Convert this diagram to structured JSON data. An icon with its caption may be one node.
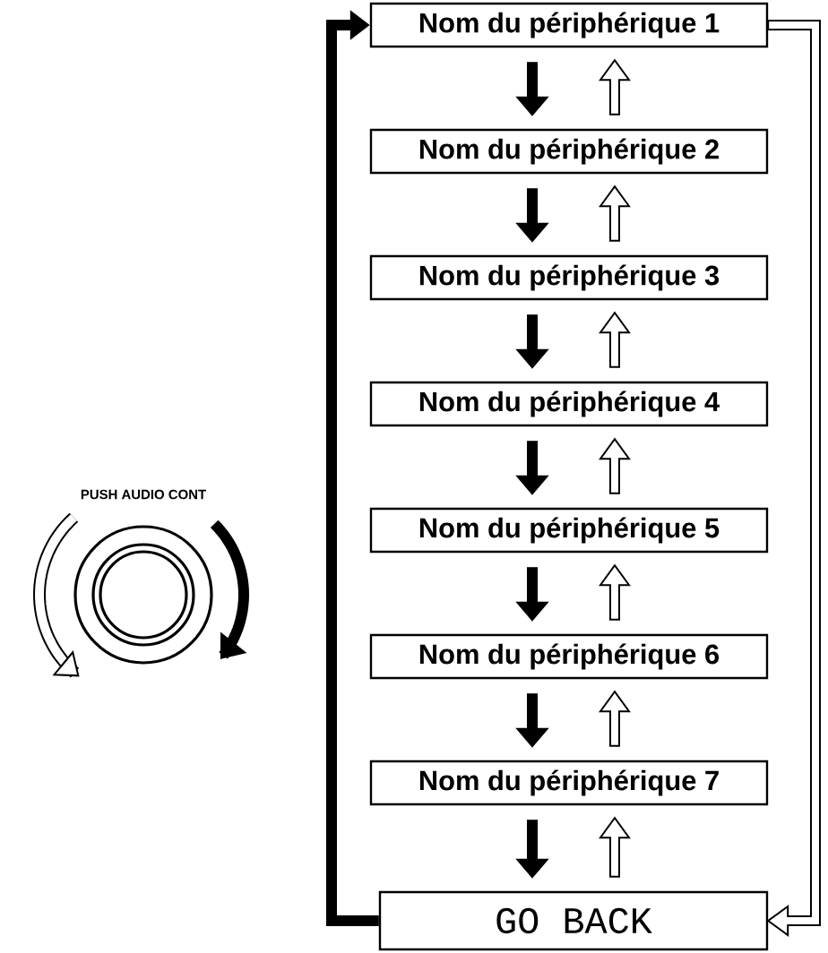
{
  "diagram": {
    "nodes": [
      {
        "text": [
          "Nom du périphérique 1"
        ]
      },
      {
        "text": [
          "Nom du périphérique 2"
        ]
      },
      {
        "text": [
          "Nom du périphérique 3"
        ]
      },
      {
        "text": [
          "Nom du périphérique 4"
        ]
      },
      {
        "text": [
          "Nom du périphérique 5"
        ]
      },
      {
        "text": [
          "Nom du périphérique 6"
        ]
      },
      {
        "text": [
          "Nom du périphérique 7"
        ]
      },
      {
        "text": [
          "GO BACK"
        ]
      }
    ],
    "edges": [
      {
        "from": 0,
        "to": 1,
        "arrow": "to"
      },
      {
        "from": 1,
        "to": 0,
        "arrow": "to"
      },
      {
        "from": 1,
        "to": 2,
        "arrow": "to"
      },
      {
        "from": 2,
        "to": 1,
        "arrow": "to"
      },
      {
        "from": 2,
        "to": 3,
        "arrow": "to"
      },
      {
        "from": 3,
        "to": 2,
        "arrow": "to"
      },
      {
        "from": 3,
        "to": 4,
        "arrow": "to"
      },
      {
        "from": 4,
        "to": 3,
        "arrow": "to"
      },
      {
        "from": 4,
        "to": 5,
        "arrow": "to"
      },
      {
        "from": 5,
        "to": 4,
        "arrow": "to"
      },
      {
        "from": 5,
        "to": 6,
        "arrow": "to"
      },
      {
        "from": 6,
        "to": 5,
        "arrow": "to"
      },
      {
        "from": 6,
        "to": 7,
        "arrow": "to"
      },
      {
        "from": 7,
        "to": 6,
        "arrow": "to"
      },
      {
        "from": 7,
        "to": 0,
        "arrow": "to"
      },
      {
        "from": 0,
        "to": 7,
        "arrow": "to"
      }
    ],
    "labels": [
      "PUSH AUDIO CONT"
    ]
  }
}
